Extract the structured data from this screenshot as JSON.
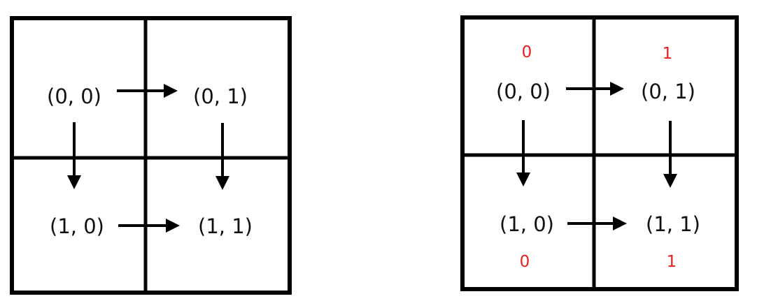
{
  "left_grid": {
    "cells": [
      "(0, 0)",
      "(0, 1)",
      "(1, 0)",
      "(1, 1)"
    ]
  },
  "right_grid": {
    "cells": [
      "(0, 0)",
      "(0, 1)",
      "(1, 0)",
      "(1, 1)"
    ],
    "top_values": [
      "0",
      "1"
    ],
    "bottom_values": [
      "0",
      "1"
    ],
    "value_color": "#ee1c1c"
  }
}
